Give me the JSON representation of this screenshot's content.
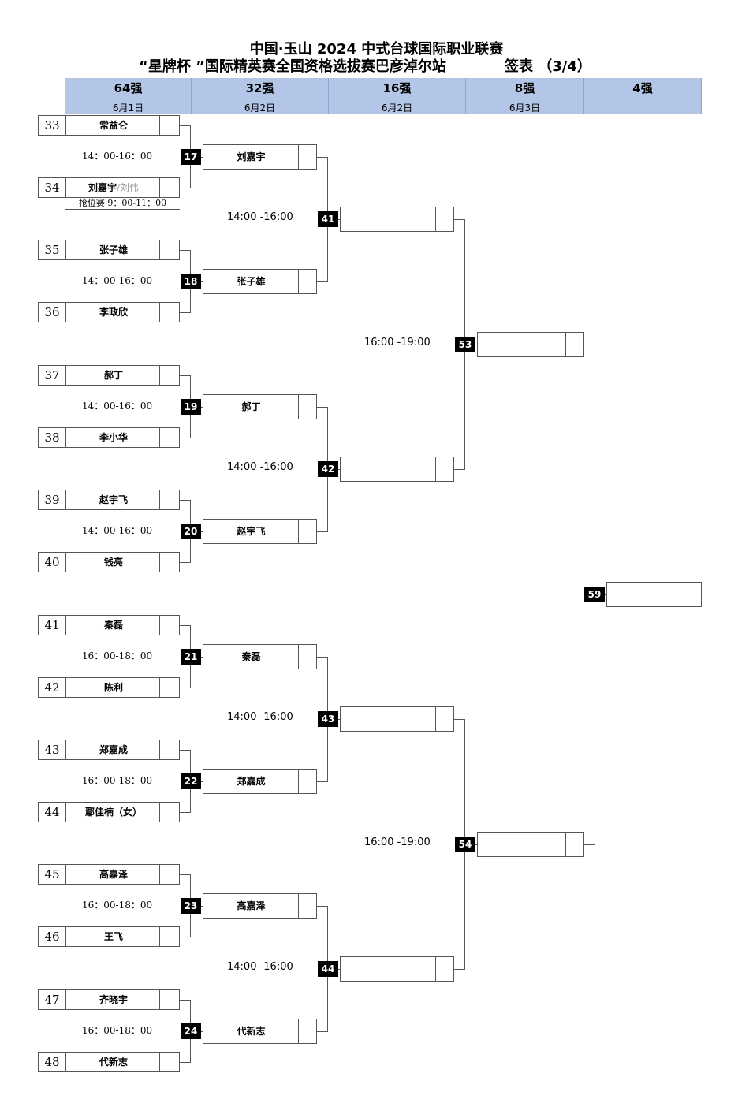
{
  "title": {
    "line1": "中国·玉山  2024 中式台球国际职业联赛",
    "line2": "“星牌杯 ”国际精英赛全国资格选拔赛巴彦淖尔站",
    "sheet": "签表 （3/4）"
  },
  "rounds": [
    {
      "label": "64强",
      "date": "6月1日"
    },
    {
      "label": "32强",
      "date": "6月2日"
    },
    {
      "label": "16强",
      "date": "6月2日"
    },
    {
      "label": "8强",
      "date": "6月3日"
    },
    {
      "label": "4强",
      "date": ""
    }
  ],
  "seeds": [
    {
      "num": "33",
      "name": "常益仑"
    },
    {
      "num": "34",
      "name": "刘嘉宇",
      "sub": "/刘伟"
    },
    {
      "num": "35",
      "name": "张子雄"
    },
    {
      "num": "36",
      "name": "李政欣"
    },
    {
      "num": "37",
      "name": "郝丁"
    },
    {
      "num": "38",
      "name": "李小华"
    },
    {
      "num": "39",
      "name": "赵宇飞"
    },
    {
      "num": "40",
      "name": "钱亮"
    },
    {
      "num": "41",
      "name": "秦磊"
    },
    {
      "num": "42",
      "name": "陈利"
    },
    {
      "num": "43",
      "name": "郑嘉成"
    },
    {
      "num": "44",
      "name": "鄢佳楠（女）"
    },
    {
      "num": "45",
      "name": "高嘉泽"
    },
    {
      "num": "46",
      "name": "王飞"
    },
    {
      "num": "47",
      "name": "齐晓宇"
    },
    {
      "num": "48",
      "name": "代新志"
    }
  ],
  "placement_note": "抢位赛 9：00-11：00",
  "round1": [
    {
      "match": "17",
      "time": "14：00-16：00",
      "winner": "刘嘉宇"
    },
    {
      "match": "18",
      "time": "14：00-16：00",
      "winner": "张子雄"
    },
    {
      "match": "19",
      "time": "14：00-16：00",
      "winner": "郝丁"
    },
    {
      "match": "20",
      "time": "14：00-16：00",
      "winner": "赵宇飞"
    },
    {
      "match": "21",
      "time": "16：00-18：00",
      "winner": "秦磊"
    },
    {
      "match": "22",
      "time": "16：00-18：00",
      "winner": "郑嘉成"
    },
    {
      "match": "23",
      "time": "16：00-18：00",
      "winner": "高嘉泽"
    },
    {
      "match": "24",
      "time": "16：00-18：00",
      "winner": "代新志"
    }
  ],
  "round2": [
    {
      "match": "41",
      "time": "14:00 -16:00",
      "winner": ""
    },
    {
      "match": "42",
      "time": "14:00 -16:00",
      "winner": ""
    },
    {
      "match": "43",
      "time": "14:00 -16:00",
      "winner": ""
    },
    {
      "match": "44",
      "time": "14:00 -16:00",
      "winner": ""
    }
  ],
  "round3": [
    {
      "match": "53",
      "time": "16:00 -19:00",
      "winner": ""
    },
    {
      "match": "54",
      "time": "16:00 -19:00",
      "winner": ""
    }
  ],
  "round4": [
    {
      "match": "59",
      "winner": ""
    }
  ]
}
